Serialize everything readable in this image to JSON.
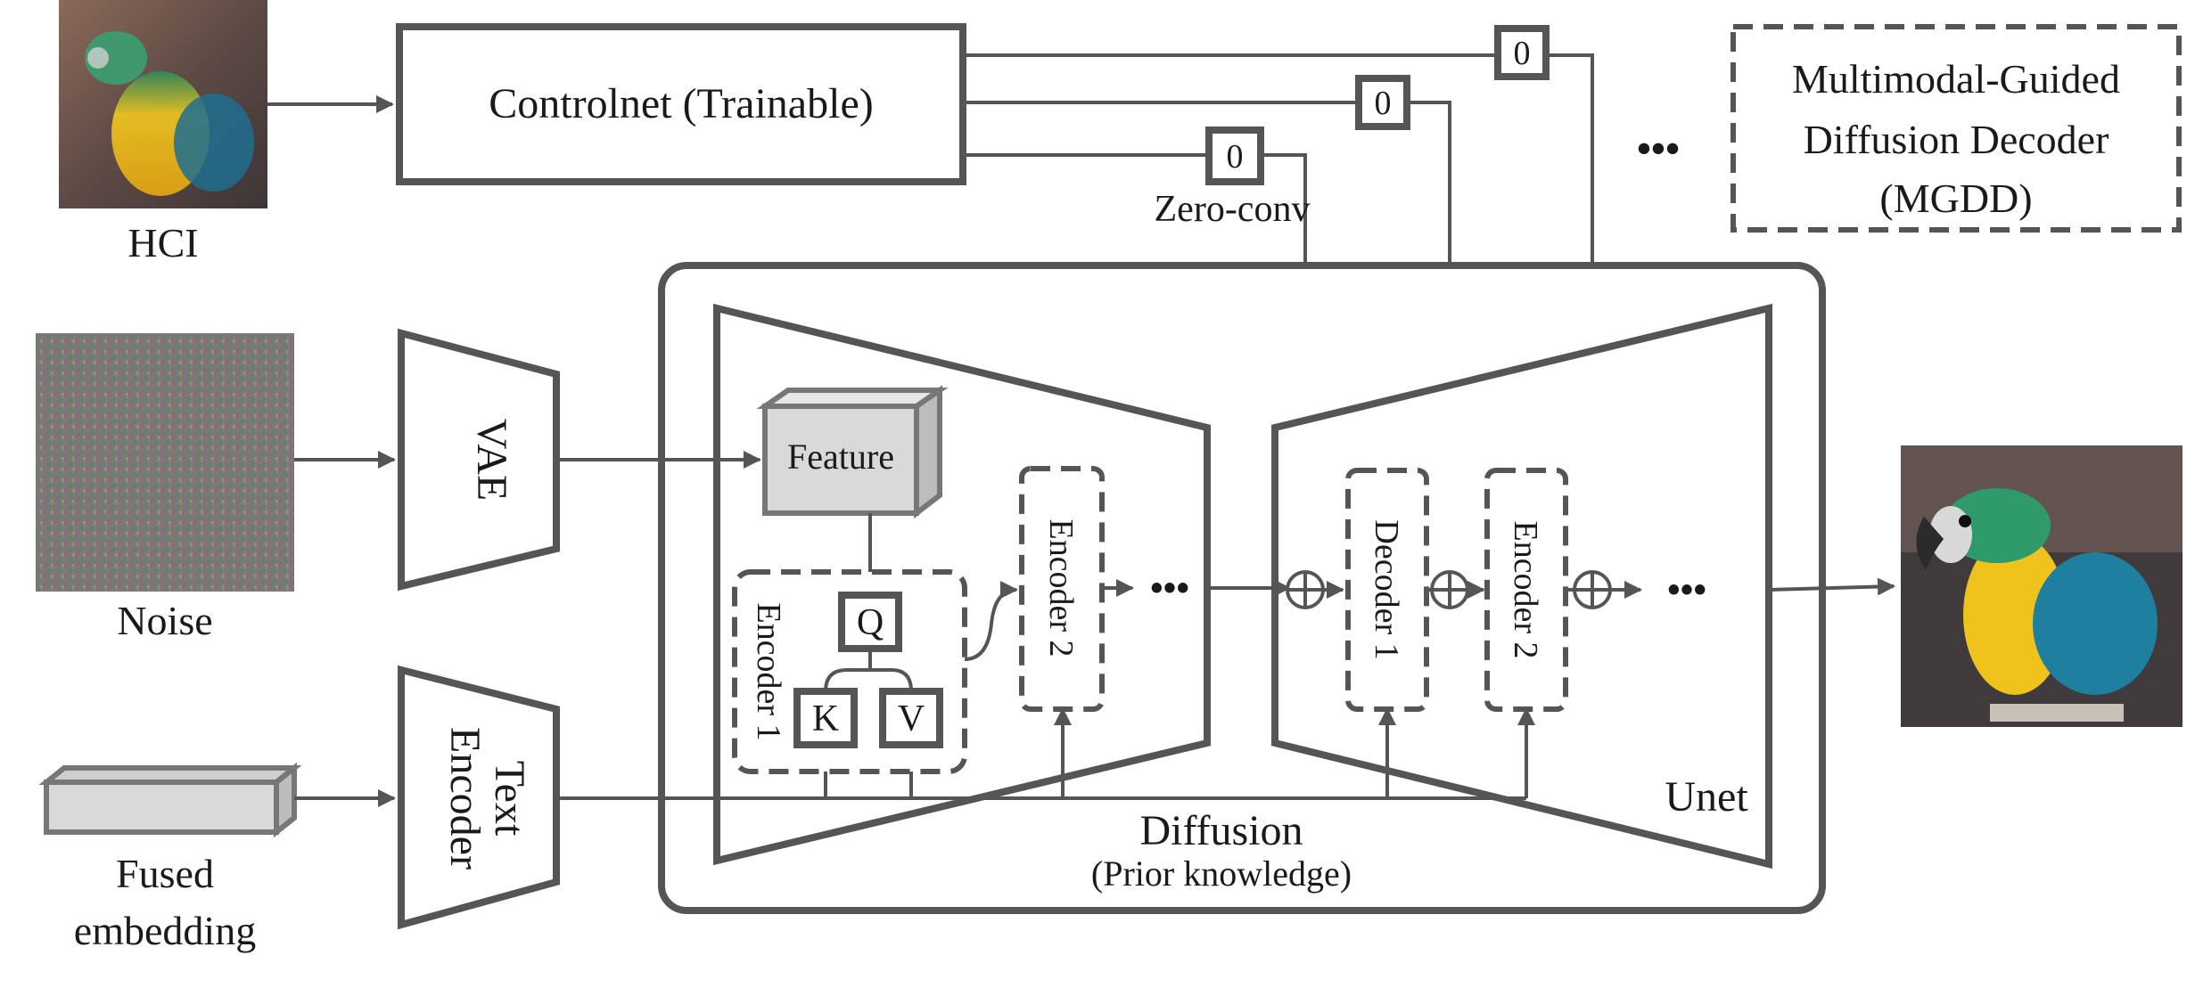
{
  "inputs": {
    "hci_label": "HCI",
    "noise_label": "Noise",
    "embedding_label_line1": "Fused",
    "embedding_label_line2": "embedding"
  },
  "controlnet": {
    "label": "Controlnet (Trainable)",
    "zero_conv_value": "0",
    "zero_conv_label": "Zero-conv",
    "ellipsis": "•••"
  },
  "mgdd": {
    "line1": "Multimodal-Guided",
    "line2": "Diffusion Decoder",
    "line3": "(MGDD)"
  },
  "vae": {
    "label": "VAE"
  },
  "text_encoder": {
    "line1": "Text",
    "line2": "Encoder"
  },
  "encoder_side": {
    "feature_label": "Feature",
    "encoder1_label": "Encoder 1",
    "q": "Q",
    "k": "K",
    "v": "V",
    "encoder2_label": "Encoder 2",
    "ellipsis": "•••"
  },
  "decoder_side": {
    "decoder1_label": "Decoder 1",
    "encoder2_label": "Encoder 2",
    "ellipsis": "•••",
    "unet_label": "Unet"
  },
  "diffusion": {
    "title": "Diffusion",
    "subtitle": "(Prior knowledge)"
  },
  "colors": {
    "stroke": "#555555",
    "feature_fill": "#d9d9d9",
    "embedding_fill": "#d9d9d9"
  }
}
